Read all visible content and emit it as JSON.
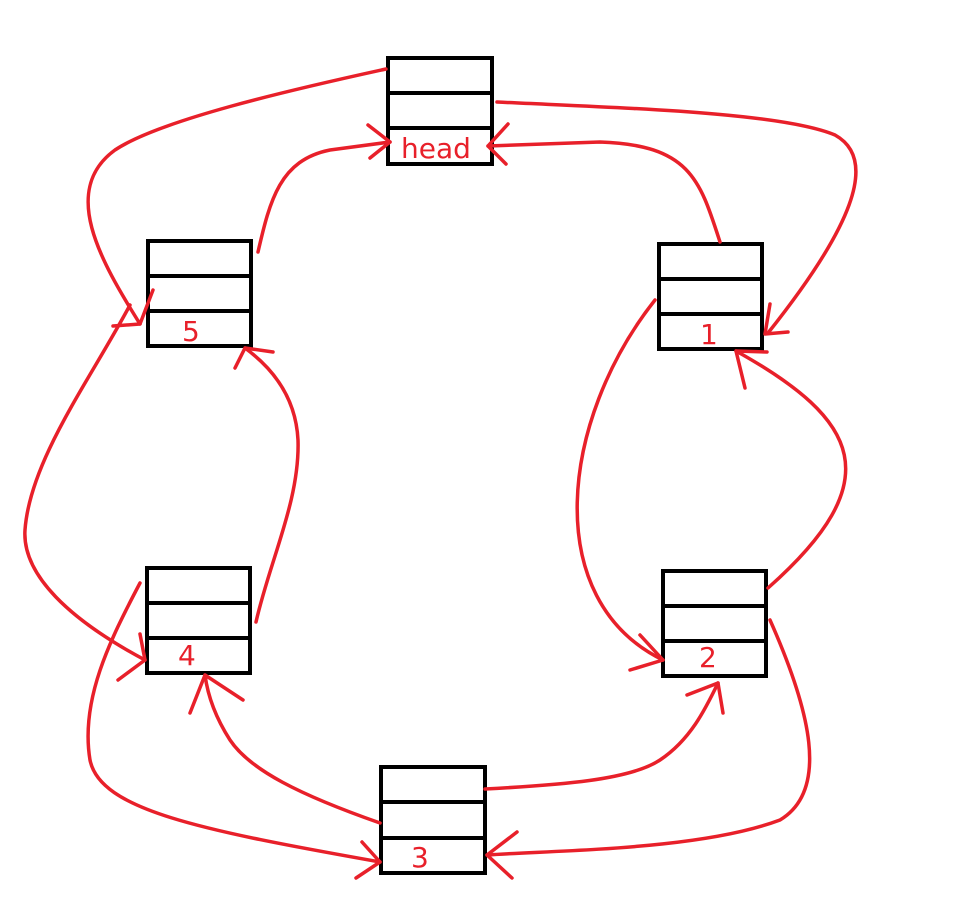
{
  "diagram": {
    "accent_color": "#e8202a",
    "box_stroke_color": "#000000",
    "nodes": [
      {
        "id": "head",
        "label": "head"
      },
      {
        "id": "n1",
        "label": "1"
      },
      {
        "id": "n2",
        "label": "2"
      },
      {
        "id": "n3",
        "label": "3"
      },
      {
        "id": "n4",
        "label": "4"
      },
      {
        "id": "n5",
        "label": "5"
      }
    ]
  }
}
